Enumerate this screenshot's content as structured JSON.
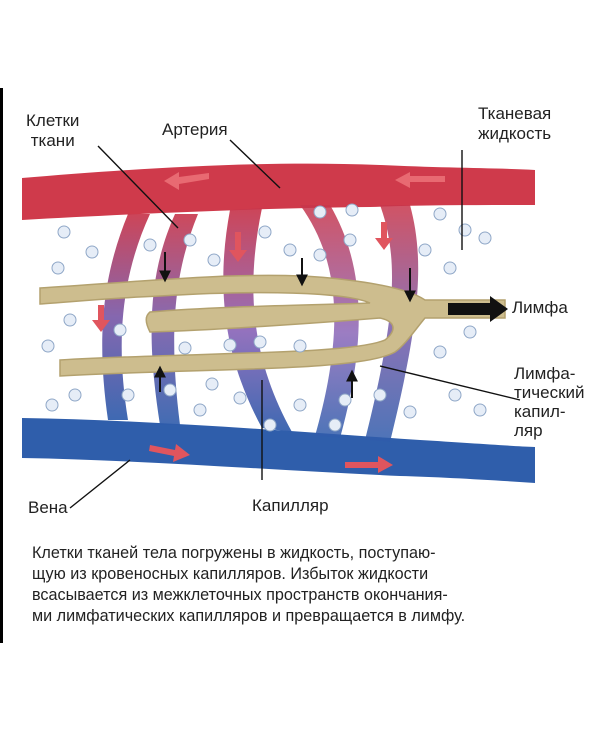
{
  "labels": {
    "tissue_cells": "Клетки\nткани",
    "artery": "Артерия",
    "tissue_fluid": "Тканевая\nжидкость",
    "lymph": "Лимфа",
    "lymph_capillary": "Лимфа-\nтический\nкапил-\nляр",
    "vein": "Вена",
    "capillary": "Капилляр"
  },
  "caption": "Клетки тканей тела погружены в жидкость, поступаю-\nщую из кровеносных капилляров. Избыток жидкости\nвсасывается из межклеточных пространств окончания-\nми лимфатических капилляров и превращается в лимфу.",
  "colors": {
    "artery": "#d9404e",
    "vein": "#2c5cab",
    "lymph_vessel": "#cdbd8e",
    "cell": "#8fa7c7",
    "arrow_blood": "#e0555e",
    "text": "#222222"
  }
}
